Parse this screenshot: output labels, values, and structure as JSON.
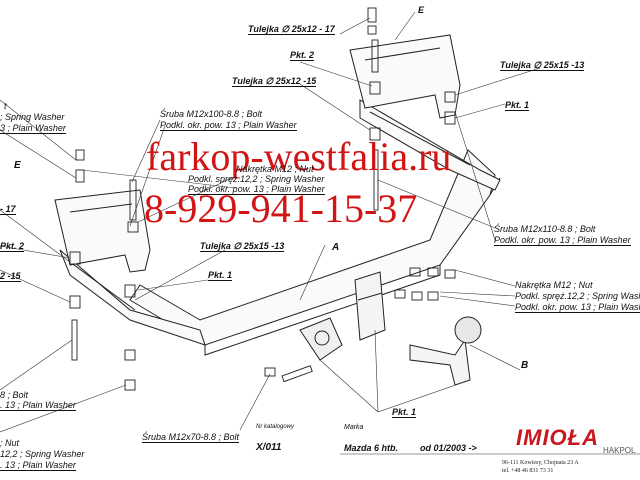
{
  "watermark": {
    "site": "farkop-westfalia.ru",
    "phone": "8-929-941-15-37",
    "color": "#d21414"
  },
  "labels": {
    "tulejka_17_top": "Tulejka ∅ 25x12 - 17",
    "e_top": "E",
    "pkt2_top": "Pkt. 2",
    "tulejka_13_topright": "Tulejka ∅ 25x15 -13",
    "tulejka_15_top": "Tulejka ∅ 25x12 -15",
    "pkt1_top": "Pkt. 1",
    "sruba_left_1": "Śruba M12x100-8.8 ;  Bolt",
    "sruba_left_2": "Podkl. okr. pow. 13 ; Plain Washer",
    "nakretka_mid_1": "Nakrętka  M12 ; Nut",
    "nakretka_mid_2": "Podkl. spręż.12,2 ; Spring Washer",
    "nakretka_mid_3": "Podkl. okr. pow. 13 ; Plain Washer",
    "sruba_right_1": "Śruba M12x110-8.8 ;  Bolt",
    "sruba_right_2": "Podkl. okr. pow. 13 ; Plain Washer",
    "nakretka_right_1": "Nakrętka  M12 ; Nut",
    "nakretka_right_2": "Podkl. spręż.12,2 ; Spring Washer",
    "nakretka_right_3": "Podkl. okr. pow. 13 ; Plain Washer",
    "tulejka_13_mid": "Tulejka ∅ 25x15 -13",
    "pkt1_mid": "Pkt. 1",
    "label_a": "A",
    "label_b": "B",
    "e_left": "E",
    "pkt2_left": "Pkt. 2",
    "pkt1_bottom": "Pkt. 1",
    "sruba_bottom": "Śruba M12x70-8.8 ;  Bolt",
    "left_top_1": "t",
    "left_top_2": "; Spring Washer",
    "left_top_3": "3 ; Plain Washer",
    "left_17": "- 17",
    "left_15": "2 -15",
    "left_bolt_1": "8 ;  Bolt",
    "left_bolt_2": ". 13 ; Plain Washer",
    "left_bottom_1": "; Nut",
    "left_bottom_2": "12,2 ; Spring Washer",
    "left_bottom_3": ". 13 ; Plain Washer"
  },
  "title_block": {
    "catalog_caption": "Nr katalogowy",
    "catalog_number": "X/011",
    "brand_caption": "Marka",
    "model": "Mazda  6  htb.",
    "date": "od 01/2003 ->"
  },
  "company": {
    "logo": "IMIOŁA",
    "logo_sub": "HAKPOL",
    "address": "96-111 Kowiesy, Chojnata 23 A",
    "phone": "tel. +48 46 831 73 31",
    "color": "#c9161f"
  }
}
